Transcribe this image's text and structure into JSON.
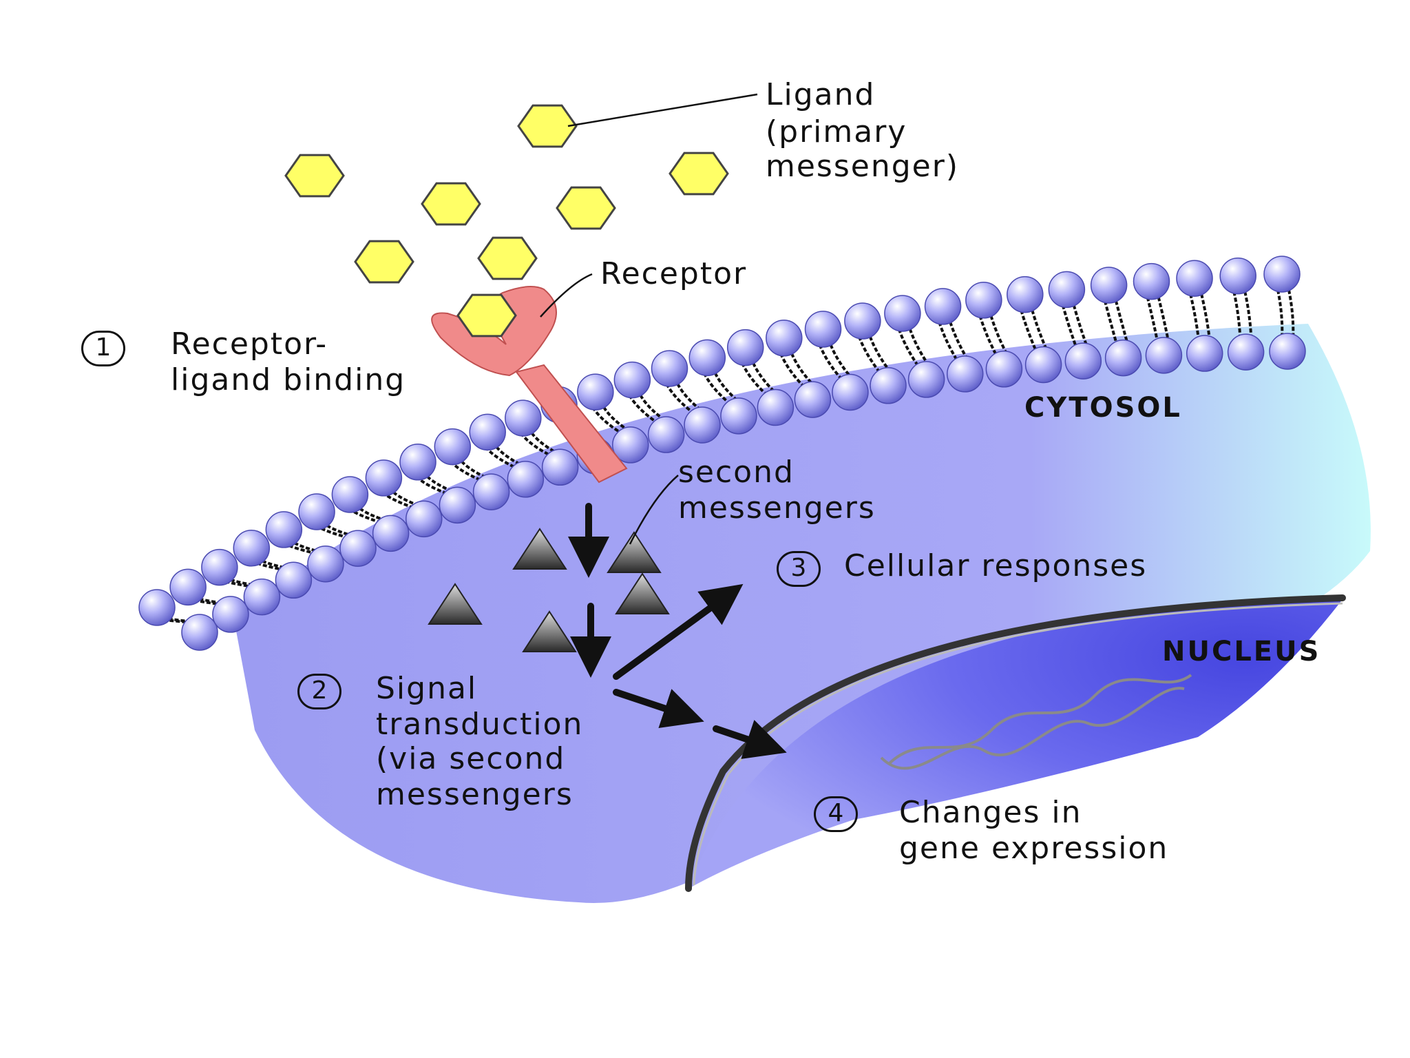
{
  "labels": {
    "ligand": [
      "Ligand",
      "(primary",
      "messenger)"
    ],
    "receptor": "Receptor",
    "second_messengers": [
      "second",
      "messengers"
    ],
    "cytosol": "CYTOSOL",
    "nucleus": "NUCLEUS"
  },
  "steps": [
    {
      "number": "1",
      "lines": [
        "Receptor-",
        "ligand binding"
      ]
    },
    {
      "number": "2",
      "lines": [
        "Signal",
        "transduction",
        "(via second",
        "messengers"
      ]
    },
    {
      "number": "3",
      "lines": [
        "Cellular responses"
      ]
    },
    {
      "number": "4",
      "lines": [
        "Changes in",
        "gene expression"
      ]
    }
  ],
  "colors": {
    "ligand": "#ffff66",
    "receptor": "#f08a8a",
    "membrane_head": "#b4b4f8",
    "cytosol": "#a6a6f4",
    "cytosol_edge": "#bff4f8",
    "nucleus": "#5050e6",
    "second_messenger": "#555555"
  }
}
